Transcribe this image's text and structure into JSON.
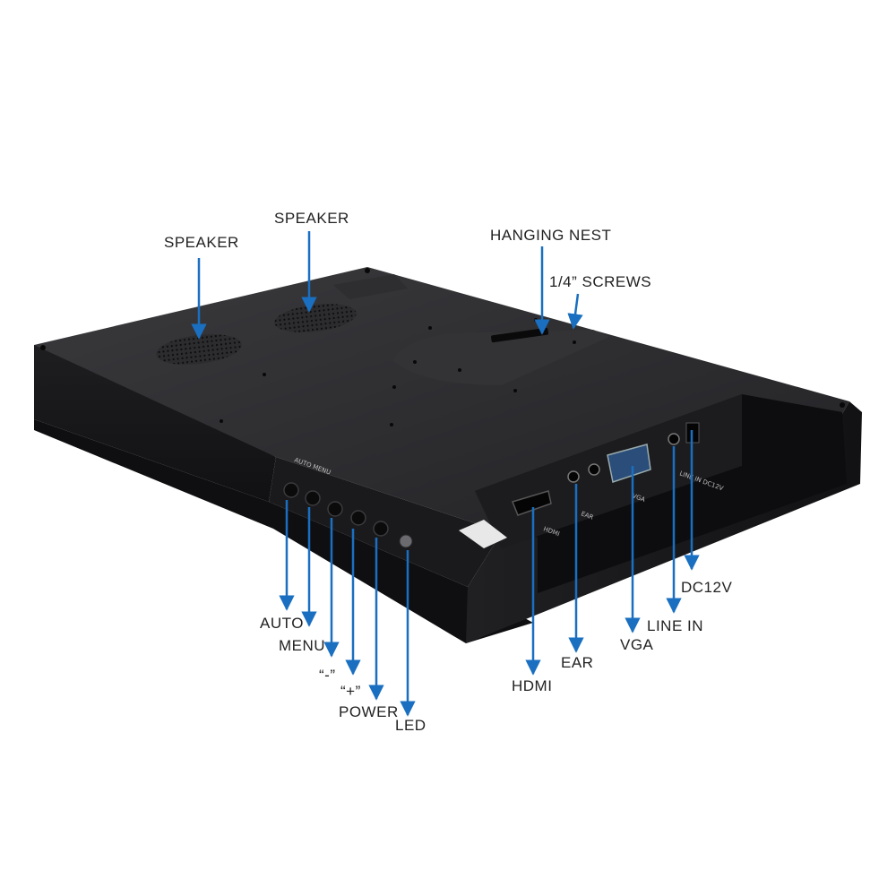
{
  "colors": {
    "arrow": "#1a6fc0",
    "body": "#262628",
    "body_dark": "#151517",
    "text": "#222222"
  },
  "labels": {
    "speaker_left": "SPEAKER",
    "speaker_right": "SPEAKER",
    "hanging_nest": "HANGING NEST",
    "screws": "1/4” SCREWS",
    "auto": "AUTO",
    "menu": "MENU",
    "minus": "“-”",
    "plus": "“+”",
    "power": "POWER",
    "led": "LED",
    "hdmi": "HDMI",
    "ear": "EAR",
    "vga": "VGA",
    "line_in": "LINE IN",
    "dc12v": "DC12V"
  },
  "port_panel_text": {
    "hdmi": "HDMI",
    "ear": "EAR",
    "vga": "VGA",
    "line_dc": "LINE IN DC12V",
    "button_panel": "AUTO MENU"
  }
}
